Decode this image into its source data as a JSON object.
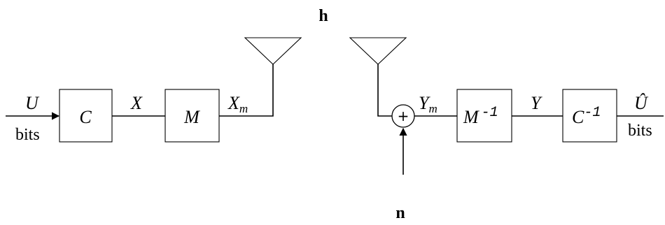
{
  "channel_label": "h",
  "noise_label": "n",
  "input": {
    "symbol": "U",
    "unit": "bits"
  },
  "blocks": {
    "encoder": "C",
    "modulator": "M",
    "demodulator": {
      "base": "M",
      "exponent": "-1"
    },
    "decoder": {
      "base": "C",
      "exponent": "-1"
    }
  },
  "signals": {
    "encoded": "X",
    "modulated": {
      "base": "X",
      "sub": "m"
    },
    "received": {
      "base": "Y",
      "sub": "m"
    },
    "demodulated": "Y"
  },
  "output": {
    "symbol": "Û",
    "unit": "bits"
  },
  "adder_symbol": "+"
}
